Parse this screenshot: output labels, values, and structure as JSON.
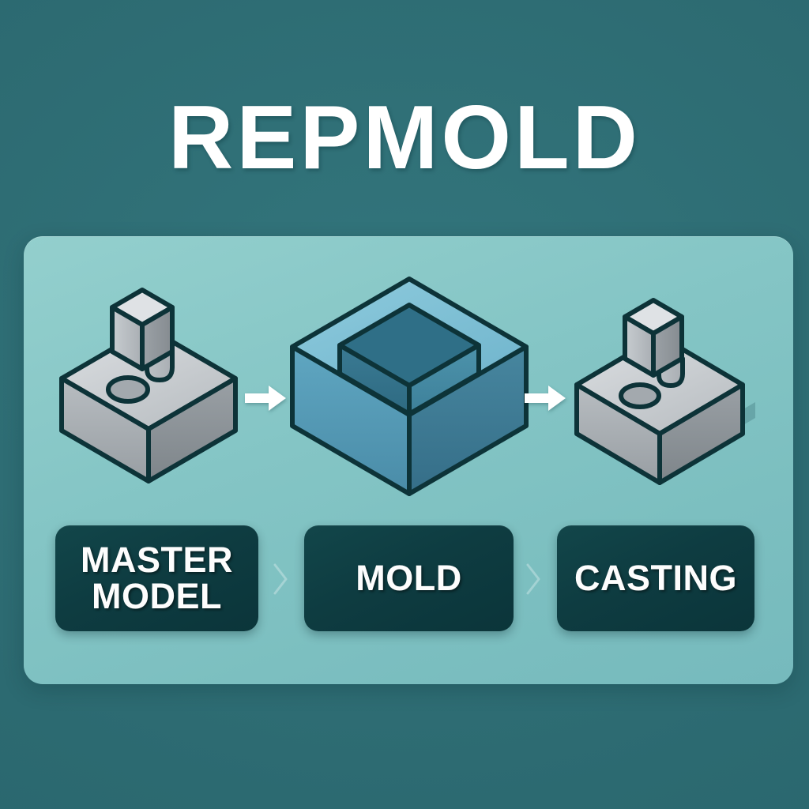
{
  "title": "REPMOLD",
  "theme": {
    "background": "#2d6b72",
    "panel": "#84c5c5",
    "chip": "#0e3c41",
    "title_color": "#ffffff",
    "chip_text": "#fdfdfd",
    "arrow_color": "#ffffff",
    "outline": "#0d3338",
    "metal_light": "#d2d6d9",
    "metal_mid": "#b2b7bb",
    "metal_dark": "#83898e",
    "mold_light": "#7fc3d8",
    "mold_mid": "#4e9bb8",
    "mold_dark": "#3a7e99",
    "cavity": "#2f6f87"
  },
  "diagram": {
    "steps": [
      {
        "id": "master-model",
        "label": "MASTER\nMODEL",
        "object": "isometric-block-with-fin-and-hole",
        "material": "metal-gray"
      },
      {
        "id": "mold",
        "label": "MOLD",
        "object": "isometric-open-box-cavity",
        "material": "blue"
      },
      {
        "id": "casting",
        "label": "CASTING",
        "object": "isometric-block-with-fin-and-hole",
        "material": "metal-gray"
      }
    ],
    "connectors": [
      {
        "id": "arrow-1",
        "icon": "arrow-right-icon"
      },
      {
        "id": "arrow-2",
        "icon": "arrow-right-icon"
      }
    ],
    "chip_separators": [
      {
        "id": "chevron-1",
        "icon": "chevron-right-icon"
      },
      {
        "id": "chevron-2",
        "icon": "chevron-right-icon"
      }
    ]
  }
}
